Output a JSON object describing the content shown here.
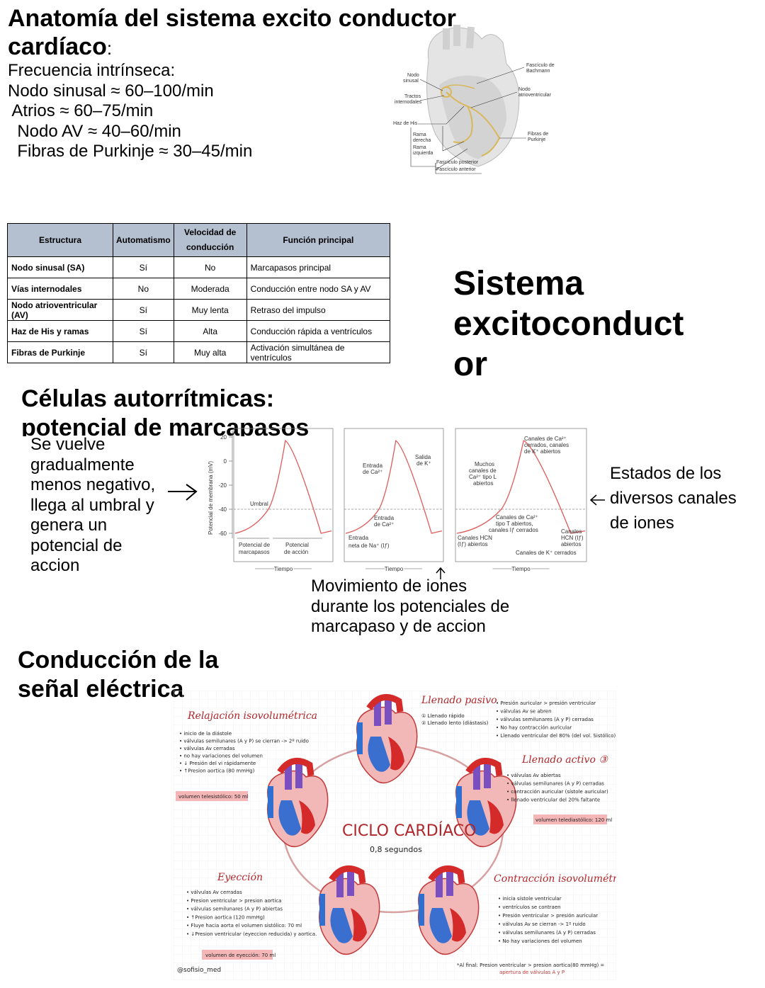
{
  "anatomia": {
    "title_line1": "Anatomía del sistema excito conductor",
    "title_line2": "cardíaco",
    "title_colon": ":",
    "freq_label": "Frecuencia intrínseca:",
    "freq_lines": [
      "Nodo sinusal ≈ 60–100/min",
      " Atrios ≈ 60–75/min",
      "  Nodo AV ≈ 40–60/min",
      "  Fibras de Purkinje ≈ 30–45/min"
    ]
  },
  "heart_diagram": {
    "labels": {
      "nodo_sinusal": [
        "Nodo",
        "sinusal"
      ],
      "tractos": [
        "Tractos",
        "internodales"
      ],
      "haz_his": "Haz de His",
      "rama_derecha": [
        "Rama",
        "derecha"
      ],
      "rama_izquierda": [
        "Rama",
        "izquierda"
      ],
      "fasc_posterior": "Fascículo posterior",
      "fasc_anterior": "Fascículo anterior",
      "fasc_bachmann": [
        "Fascículo de",
        "Bachmann"
      ],
      "nodo_av": [
        "Nodo",
        "atrioventricular"
      ],
      "fibras_purkinje": [
        "Fibras de",
        "Purkinje"
      ]
    }
  },
  "table": {
    "headers": [
      "Estructura",
      "Automatismo",
      "Velocidad de conducción",
      "Función principal"
    ],
    "header_vel_line1": "Velocidad de",
    "header_vel_line2": "conducción",
    "rows": [
      [
        "Nodo sinusal (SA)",
        "Sí",
        "No",
        "Marcapasos principal"
      ],
      [
        "Vías internodales",
        "No",
        "Moderada",
        "Conducción entre nodo SA y AV"
      ],
      [
        "Nodo atrioventricular (AV)",
        "Sí",
        "Muy lenta",
        "Retraso del impulso"
      ],
      [
        "Haz de His y ramas",
        "Sí",
        "Alta",
        "Conducción rápida a ventrículos"
      ],
      [
        "Fibras de Purkinje",
        "Sí",
        "Muy alta",
        "Activación simultánea de ventrículos"
      ]
    ]
  },
  "sistema_title": [
    "Sistema",
    "excitoconduct",
    "or"
  ],
  "celulas": {
    "title_line1": "Células autorrítmicas:",
    "title_line2": "potencial de marcapasos",
    "desc_lines": [
      "Se vuelve",
      "gradualmente",
      "menos negativo,",
      "llega al umbral y",
      "genera un",
      "potencial de",
      "accion"
    ],
    "right_lines": [
      "Estados de los",
      "diversos canales",
      "de iones"
    ],
    "bottom_lines": [
      "Movimiento de iones",
      "durante los potenciales de",
      "marcapaso y de accion"
    ]
  },
  "ap_chart": {
    "ylabel": "Potencial de membrana (mV)",
    "yticks": [
      "20",
      "0",
      "-20",
      "-40",
      "-60"
    ],
    "xlabel": "Tiempo",
    "umbral": "Umbral",
    "panel1": {
      "pot_marcapasos": [
        "Potencial de",
        "marcapasos"
      ],
      "pot_accion": [
        "Potencial",
        "de acción"
      ]
    },
    "panel2": {
      "entrada_ca_top": [
        "Entrada",
        "de Ca²⁺"
      ],
      "salida_k": [
        "Salida",
        "de K⁺"
      ],
      "entrada_ca_mid": [
        "Entrada",
        "de Ca²⁺"
      ],
      "entrada_na": [
        "Entrada",
        "neta de Na⁺ (Iƒ)"
      ]
    },
    "panel3": {
      "canales_top": [
        "Canales de Ca²⁺",
        "cerrados, canales",
        "de K⁺ abiertos"
      ],
      "muchos": [
        "Muchos",
        "canales de",
        "Ca²⁺ tipo L",
        "abiertos"
      ],
      "canales_t": [
        "Canales de Ca²⁺",
        "tipo T abiertos,",
        "canales Iƒ cerrados"
      ],
      "hcn_left": [
        "Canales HCN",
        "(Iƒ) abiertos"
      ],
      "hcn_right": [
        "Canales",
        "HCN (Iƒ)",
        "abiertos"
      ],
      "k_cerrados": "Canales de K⁺ cerrados"
    },
    "series": [
      {
        "name": "",
        "values": []
      }
    ]
  },
  "conduccion": {
    "title_line1": "Conducción de la",
    "title_line2": "señal eléctrica"
  },
  "ciclo": {
    "title": "CICLO CARDÍACO",
    "subtitle": "0,8 segundos",
    "relajacion": {
      "title": "Relajación isovolumétrica",
      "items": [
        "inicio de la diástole",
        "válvulas semilunares (A y P) se cierran -> 2º ruido",
        "válvulas Av cerradas",
        "no hay variaciones del volumen",
        "↓ Presión del vi rápidamente",
        "↑Presion aortica (80 mmHg)"
      ],
      "box": "volumen telesistólico: 50 ml"
    },
    "llenado_pasivo": {
      "title": "Llenado pasivo",
      "sub": [
        "① Llenado rápido",
        "② Llenado lento (diástasis)"
      ],
      "items": [
        "Presión auricular > presión ventricular",
        "válvulas Av se abren",
        "válvulas semilunares (A y P) cerradas",
        "No hay contracción auricular",
        "Llenado ventricular del 80% (del vol. Sistólico)"
      ]
    },
    "llenado_activo": {
      "title": "Llenado activo ③",
      "items": [
        "válvulas Av abiertas",
        "válvulas semilunares (A y P) cerradas",
        "contracción auricular (sístole auricular)",
        "llenado ventricular del 20% faltante"
      ],
      "box": "volumen telediastólico: 120 ml"
    },
    "eyeccion": {
      "title": "Eyección",
      "items": [
        "válvulas Av cerradas",
        "Presion ventricular > presion aortica",
        "válvulas semilunares (A y P) abiertas",
        "↑Presion aortica (120 mmHg)",
        "Fluye hacia aorta el volumen sistólico: 70 ml",
        "↓Presion ventricular (eyeccion reducida) y aortica."
      ],
      "box": "volumen de eyección: 70 ml"
    },
    "contraccion": {
      "title": "Contracción isovolumétrica",
      "items": [
        "inicia sístole ventricular",
        "ventrículos se contraen",
        "Presión ventricular > presión auricular",
        "válvulas Av se cierran -> 1º ruido",
        "válvulas semilunares (A y P) cerradas",
        "No hay variaciones del volumen"
      ]
    },
    "footer": [
      "*Al final: Presion ventricular > presion aortica(80 mmHg) =",
      "apertura de válvulas A y P"
    ],
    "credit": "@sofisio_med"
  },
  "colors": {
    "curve": "#e05a5a",
    "table_header": "#b4bfd0",
    "heart_red": "#d42a2a",
    "heart_blue": "#2e6fd0",
    "heart_purple": "#8a55c8"
  }
}
